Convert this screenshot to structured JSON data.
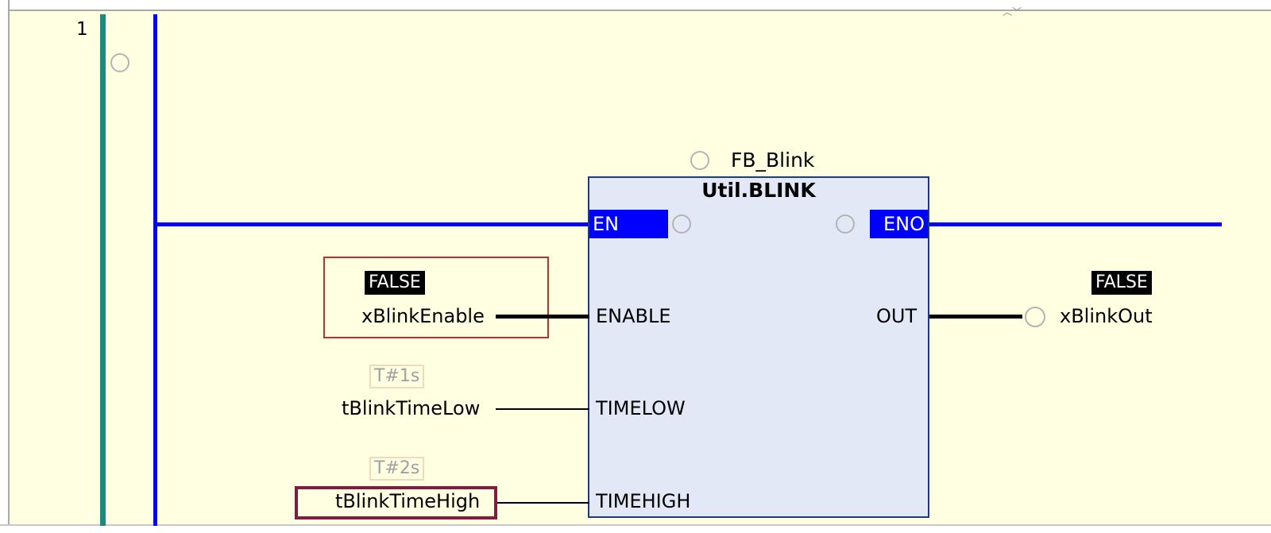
{
  "network": {
    "number": "1"
  },
  "function_block": {
    "instance_name": "FB_Blink",
    "type_name": "Util.BLINK",
    "pins": {
      "en": "EN",
      "eno": "ENO",
      "enable": "ENABLE",
      "timelow": "TIMELOW",
      "timehigh": "TIMEHIGH",
      "out": "OUT"
    }
  },
  "variables": {
    "enable_var": "xBlinkEnable",
    "enable_value": "FALSE",
    "timelow_var": "tBlinkTimeLow",
    "timelow_value": "T#1s",
    "timehigh_var": "tBlinkTimeHigh",
    "timehigh_value": "T#2s",
    "out_var": "xBlinkOut",
    "out_value": "FALSE"
  },
  "colors": {
    "canvas_bg": "#ffffe1",
    "rail_left": "#1a8b80",
    "power_line": "#0000ff",
    "fb_fill": "#e2e8f6",
    "selection_red": "#c0302a",
    "selection_maroon": "#7a1f3f"
  },
  "icons": [
    "breakpoint-circle-icon",
    "splitter-arrows-icon"
  ]
}
